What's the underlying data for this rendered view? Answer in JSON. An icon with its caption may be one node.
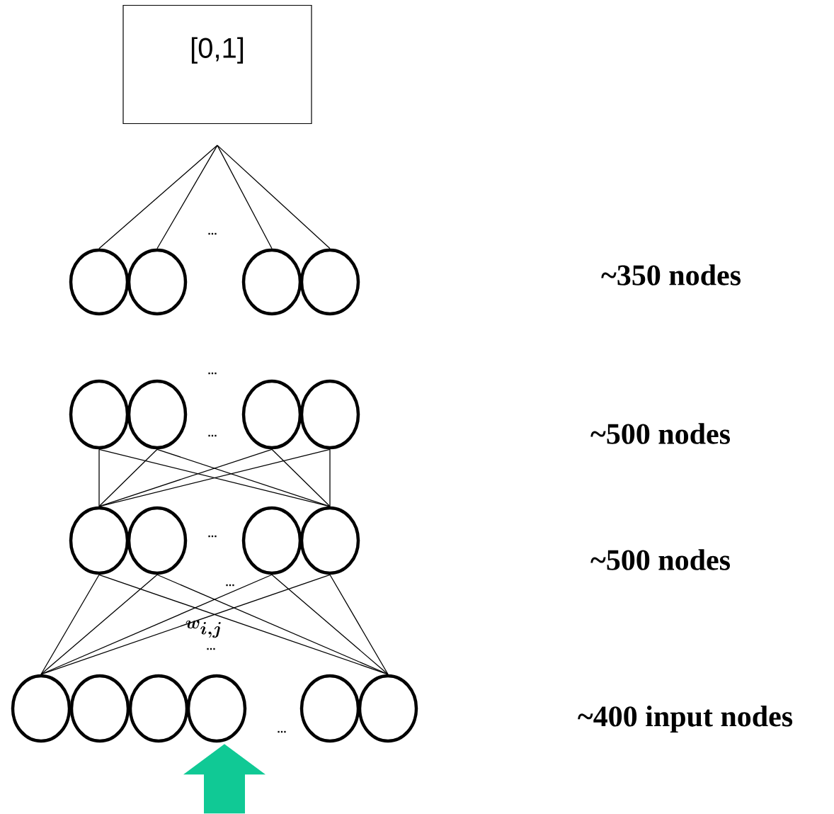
{
  "diagram": {
    "nodes": [
      {
        "text": [
          "[0,1]"
        ]
      },
      {
        "text": [],
        "shape": "circle"
      },
      {
        "text": [],
        "shape": "circle"
      },
      {
        "text": [],
        "shape": "circle"
      },
      {
        "text": [],
        "shape": "circle"
      },
      {
        "text": [],
        "shape": "circle"
      },
      {
        "text": [],
        "shape": "circle"
      },
      {
        "text": [],
        "shape": "circle"
      },
      {
        "text": [],
        "shape": "circle"
      },
      {
        "text": [],
        "shape": "circle"
      },
      {
        "text": [],
        "shape": "circle"
      },
      {
        "text": [],
        "shape": "circle"
      },
      {
        "text": [],
        "shape": "circle"
      },
      {
        "text": [],
        "shape": "circle"
      },
      {
        "text": [],
        "shape": "circle"
      },
      {
        "text": [],
        "shape": "circle"
      },
      {
        "text": [],
        "shape": "circle"
      },
      {
        "text": [],
        "shape": "circle"
      },
      {
        "text": [],
        "shape": "circle"
      }
    ],
    "edges": [
      {
        "from": 0,
        "to": 1,
        "arrow": "none"
      },
      {
        "from": 0,
        "to": 2,
        "arrow": "none"
      },
      {
        "from": 0,
        "to": 3,
        "arrow": "none"
      },
      {
        "from": 0,
        "to": 4,
        "arrow": "none"
      },
      {
        "from": 5,
        "to": 9,
        "arrow": "none"
      },
      {
        "from": 5,
        "to": 12,
        "arrow": "none"
      },
      {
        "from": 6,
        "to": 9,
        "arrow": "none"
      },
      {
        "from": 6,
        "to": 12,
        "arrow": "none"
      },
      {
        "from": 7,
        "to": 9,
        "arrow": "none"
      },
      {
        "from": 7,
        "to": 12,
        "arrow": "none"
      },
      {
        "from": 8,
        "to": 9,
        "arrow": "none"
      },
      {
        "from": 8,
        "to": 12,
        "arrow": "none"
      },
      {
        "from": 9,
        "to": 13,
        "arrow": "none"
      },
      {
        "from": 9,
        "to": 18,
        "arrow": "none"
      },
      {
        "from": 10,
        "to": 13,
        "arrow": "none"
      },
      {
        "from": 10,
        "to": 18,
        "arrow": "none"
      },
      {
        "from": 11,
        "to": 13,
        "arrow": "none"
      },
      {
        "from": 11,
        "to": 18,
        "arrow": "none"
      },
      {
        "from": 12,
        "to": 13,
        "arrow": "none"
      },
      {
        "from": 12,
        "to": 18,
        "arrow": "none"
      },
      {
        "from": null,
        "to": 16,
        "arrow": "to",
        "style": "thick",
        "color": "#10c995"
      }
    ],
    "labels": [
      "...",
      "~350 nodes",
      "...",
      "...",
      "~500 nodes",
      "...",
      "~500 nodes",
      "...",
      "w_{i,j}",
      "...",
      "~400 input nodes",
      "..."
    ]
  }
}
